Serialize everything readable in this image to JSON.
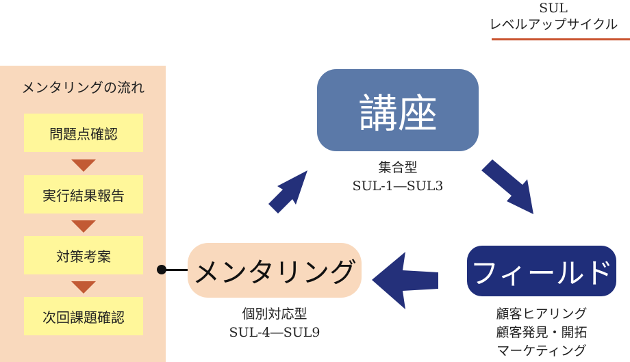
{
  "header": {
    "line1": "SUL",
    "line2": "レベルアップサイクル"
  },
  "flow_panel": {
    "title": "メンタリングの流れ",
    "steps": [
      "問題点確認",
      "実行結果報告",
      "対策考案",
      "次回課題確認"
    ]
  },
  "nodes": {
    "kouza": {
      "label": "講座",
      "caption": [
        "集合型",
        "SUL-1―SUL3"
      ]
    },
    "field": {
      "label": "フィールド",
      "caption": [
        "顧客ヒアリング",
        "顧客発見・開拓",
        "マーケティング"
      ]
    },
    "mentoring": {
      "label": "メンタリング",
      "caption": [
        "個別対応型",
        "SUL-4―SUL9"
      ]
    }
  },
  "colors": {
    "accent_rule": "#c9532f",
    "panel_bg": "#f9d9bd",
    "step_bg": "#fff79a",
    "flow_arrow": "#c25a34",
    "kouza_bg": "#5b79a8",
    "field_bg": "#1f2e7a",
    "cycle_arrow": "#24307a"
  }
}
